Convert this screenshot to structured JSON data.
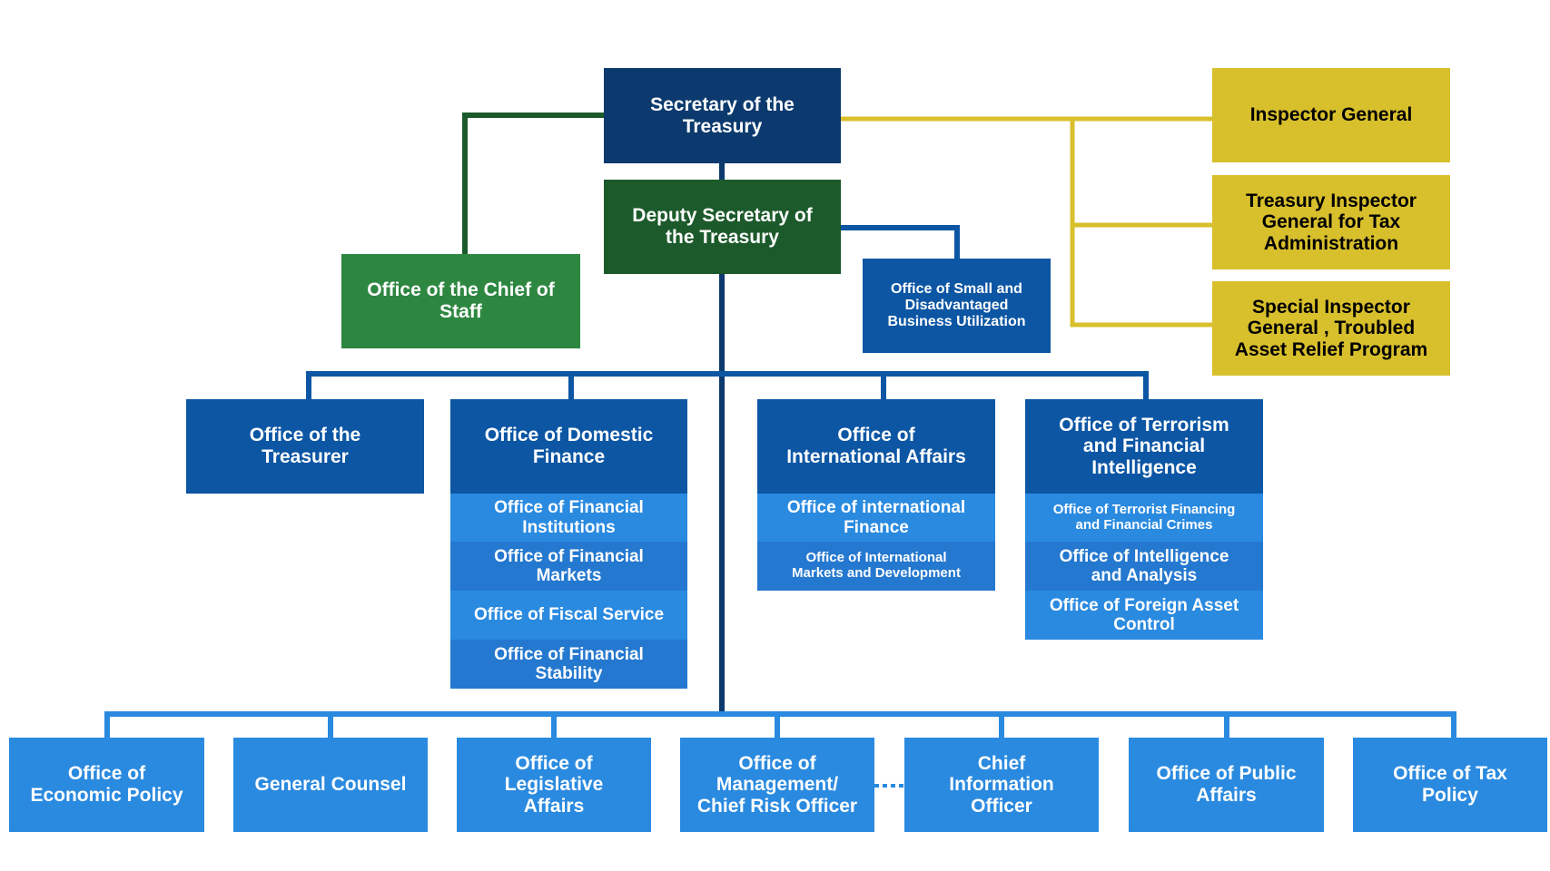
{
  "colors": {
    "navy": "#0c3a6e",
    "dark_green": "#1c5a2b",
    "green": "#2e8741",
    "blue": "#0c56a4",
    "gold": "#d8bf2c",
    "light_blue": "#2a8ae0"
  },
  "top": {
    "secretary": "Secretary of the\nTreasury",
    "deputy": "Deputy Secretary of\nthe Treasury",
    "chief_of_staff": "Office of the Chief of\nStaff",
    "small_business": "Office of Small and\nDisadvantaged\nBusiness Utilization"
  },
  "inspectors": [
    "Inspector General",
    "Treasury Inspector\nGeneral for Tax\nAdministration",
    "Special Inspector\nGeneral , Troubled\nAsset Relief Program"
  ],
  "middle": {
    "treasurer": "Office of the\nTreasurer",
    "domestic_finance": {
      "title": "Office of Domestic\nFinance",
      "subs": [
        "Office of Financial\nInstitutions",
        "Office of Financial\nMarkets",
        "Office of Fiscal Service",
        "Office of Financial\nStability"
      ]
    },
    "international_affairs": {
      "title": "Office of\nInternational Affairs",
      "subs": [
        "Office of international\nFinance",
        "Office of International\nMarkets and Development"
      ]
    },
    "terrorism": {
      "title": "Office of Terrorism\nand Financial\nIntelligence",
      "subs": [
        "Office of Terrorist Financing\nand Financial Crimes",
        "Office of Intelligence\nand Analysis",
        "Office of Foreign Asset\nControl"
      ]
    }
  },
  "bottom": [
    "Office of\nEconomic Policy",
    "General Counsel",
    "Office of\nLegislative\nAffairs",
    "Office of\nManagement/\nChief Risk Officer",
    "Chief\nInformation\nOfficer",
    "Office of Public\nAffairs",
    "Office of Tax\nPolicy"
  ]
}
